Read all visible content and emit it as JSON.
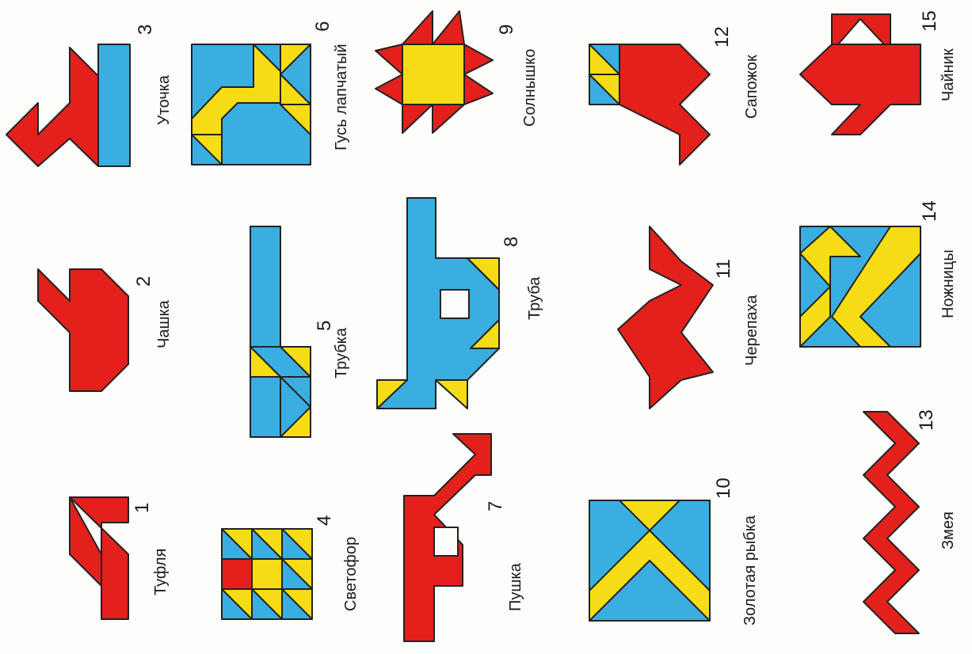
{
  "colors": {
    "red": "#e3201b",
    "blue": "#3aaee0",
    "yellow": "#f6dc15",
    "outline": "#222222",
    "paper": "#fdfdfb"
  },
  "figures": [
    {
      "number": "1",
      "label": "Туфля"
    },
    {
      "number": "2",
      "label": "Чашка"
    },
    {
      "number": "3",
      "label": "Уточка"
    },
    {
      "number": "4",
      "label": "Светофор"
    },
    {
      "number": "5",
      "label": "Трубка"
    },
    {
      "number": "6",
      "label": "Гусь лапчатый"
    },
    {
      "number": "7",
      "label": "Пушка"
    },
    {
      "number": "8",
      "label": "Труба"
    },
    {
      "number": "9",
      "label": "Солнышко"
    },
    {
      "number": "10",
      "label": "Золотая рыбка"
    },
    {
      "number": "11",
      "label": "Черепаха"
    },
    {
      "number": "12",
      "label": "Сапожок"
    },
    {
      "number": "13",
      "label": "Змея"
    },
    {
      "number": "14",
      "label": "Ножницы"
    },
    {
      "number": "15",
      "label": "Чайник"
    }
  ]
}
